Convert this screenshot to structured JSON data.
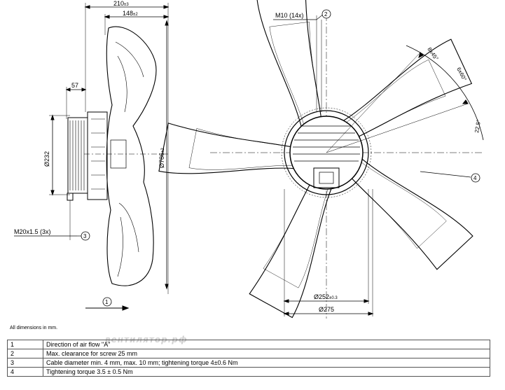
{
  "dimensions": {
    "width_overall": "210",
    "width_overall_tol": "±3",
    "width_blades": "148",
    "width_blades_tol": "±2",
    "motor_depth": "57",
    "motor_diameter": "Ø232",
    "fan_diameter": "Ø786",
    "fan_diameter_tol": "±2",
    "thread": "M20x1.5 (3x)",
    "mount_thread": "M10 (14x)",
    "angle_1": "8x45°",
    "angle_2": "6x60°",
    "angle_3": "22.5°",
    "bolt_circle": "Ø252",
    "bolt_circle_tol": "±0.3",
    "flange_diameter": "Ø275"
  },
  "callouts": {
    "c1": "1",
    "c2": "2",
    "c3": "3",
    "c4": "4"
  },
  "note": "All dimensions in mm.",
  "watermark": "вентилятор.рф",
  "legend": [
    {
      "num": "1",
      "text": "Direction of air flow \"A\""
    },
    {
      "num": "2",
      "text": "Max. clearance for screw 25 mm"
    },
    {
      "num": "3",
      "text": "Cable diameter min. 4 mm, max. 10 mm; tightening torque 4±0.6 Nm"
    },
    {
      "num": "4",
      "text": "Tightening torque 3.5 ± 0.5 Nm"
    }
  ],
  "colors": {
    "line": "#000000",
    "table_border": "#555555"
  }
}
